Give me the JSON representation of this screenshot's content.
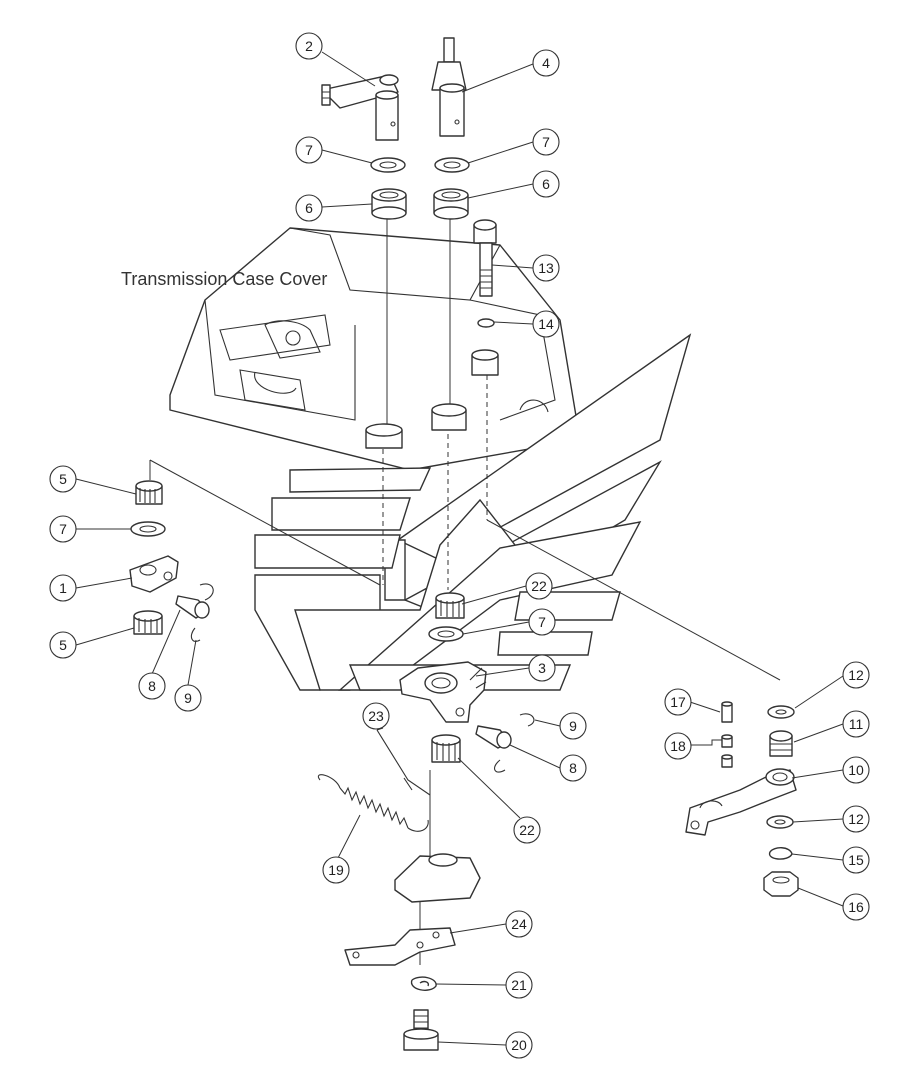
{
  "title": "Transmission Case Cover",
  "callouts": [
    "1",
    "2",
    "3",
    "4",
    "5",
    "6",
    "7",
    "8",
    "9",
    "10",
    "11",
    "12",
    "13",
    "14",
    "15",
    "16",
    "17",
    "18",
    "19",
    "20",
    "21",
    "22",
    "23",
    "24"
  ]
}
